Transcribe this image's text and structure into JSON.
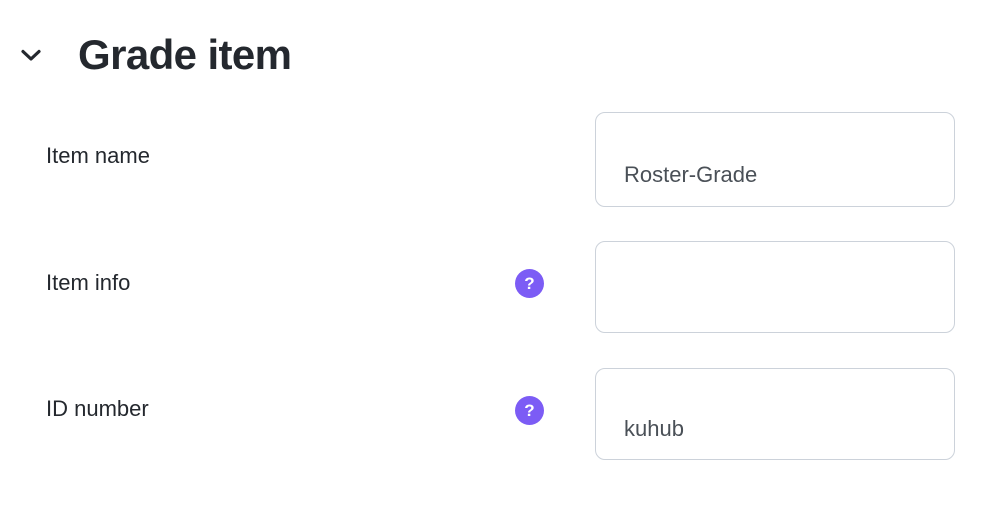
{
  "section": {
    "title": "Grade item",
    "collapse_icon": "chevron-down-icon",
    "expanded": true
  },
  "form": {
    "fields": [
      {
        "label": "Item name",
        "help_icon": null,
        "help_label": "",
        "value": "Roster-Grade",
        "placeholder": "",
        "type": "text"
      },
      {
        "label": "Item info",
        "help_icon": "help-icon",
        "help_label": "?",
        "value": "",
        "placeholder": "",
        "type": "textarea"
      },
      {
        "label": "ID number",
        "help_icon": "help-icon",
        "help_label": "?",
        "value": "kuhub",
        "placeholder": "",
        "type": "text"
      }
    ]
  },
  "colors": {
    "accent": "#7c5cf5",
    "heading_text": "#24282e",
    "label_text": "#24282e",
    "input_text": "#4a5057",
    "input_border": "#ccd2da",
    "background": "#ffffff"
  }
}
